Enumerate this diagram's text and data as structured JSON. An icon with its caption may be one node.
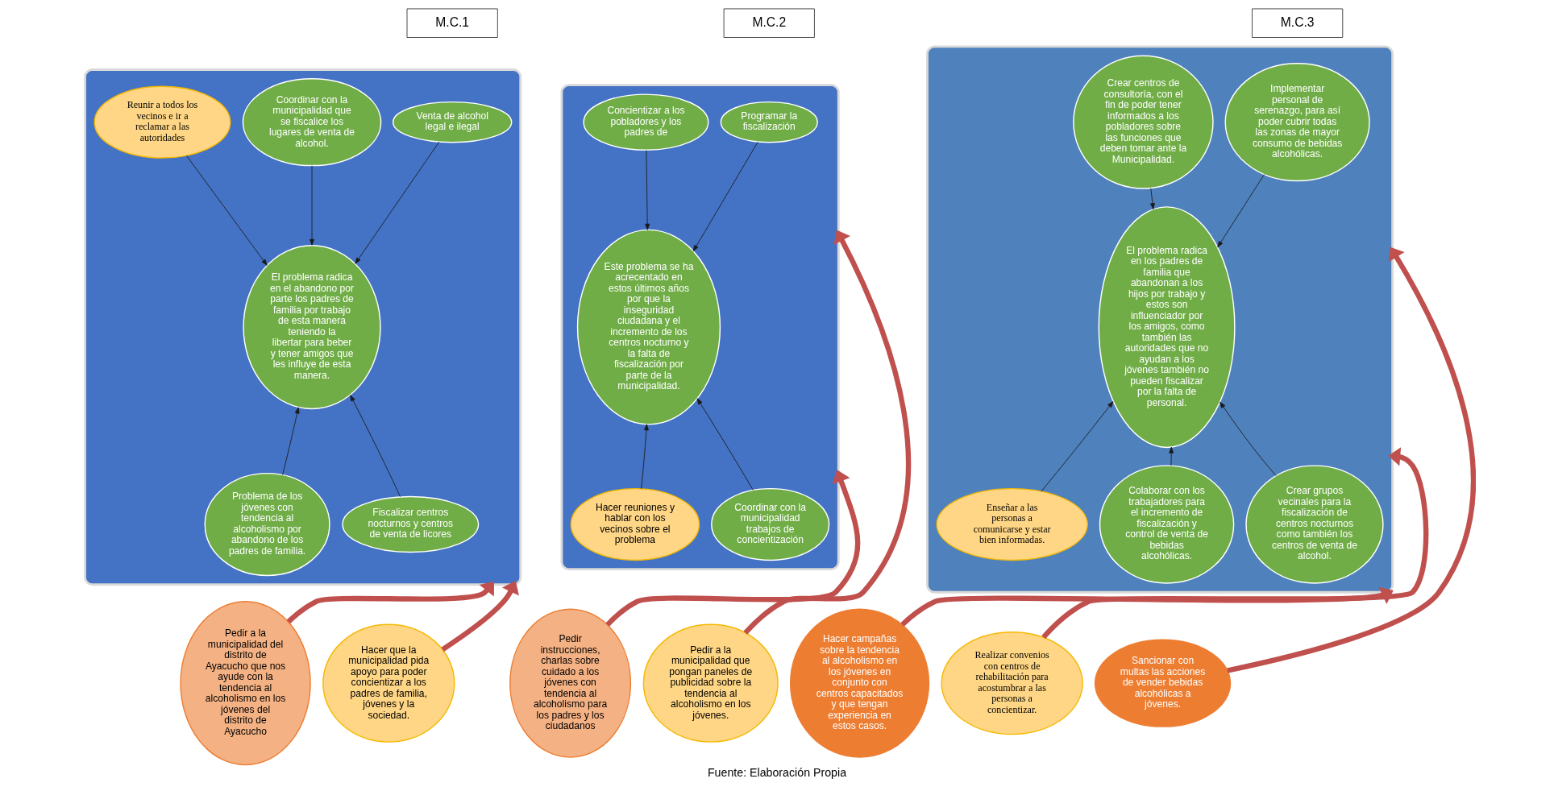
{
  "diagram": {
    "caption": "Fuente: Elaboración Propia",
    "nodes": [
      {
        "text": [
          "M.C.1"
        ]
      },
      {
        "text": [
          "M.C.2"
        ]
      },
      {
        "text": [
          "M.C.3"
        ]
      },
      {
        "text": [],
        "shape": "box"
      },
      {
        "text": [
          "Venta de alcohol legal e ilegal"
        ],
        "in": 3
      },
      {
        "text": [
          "Coordinar con la municipalidad que se fiscalice los lugares de venta de alcohol."
        ],
        "in": 3
      },
      {
        "text": [
          "Reunir a todos los vecinos e ir a reclamar a las autoridades"
        ],
        "in": 3
      },
      {
        "text": [
          "Problema de los jóvenes con tendencia al alcoholismo por abandono de los padres de familia."
        ],
        "in": 3
      },
      {
        "text": [
          "El problema radica en el abandono por parte los padres de familia por trabajo de esta manera teniendo la libertar para beber y tener amigos que les influye de esta manera."
        ],
        "in": 3
      },
      {
        "text": [
          "Fiscalizar centros nocturnos y centros de venta de licores"
        ],
        "in": 3
      },
      {
        "text": [
          "Pedir a la municipalidad del distrito de Ayacucho que nos ayude con la tendencia al alcoholismo en los jóvenes del distrito de Ayacucho"
        ]
      },
      {
        "text": [
          "Hacer que la municipalidad pida apoyo para poder concientizar a los padres de familia, jóvenes y la sociedad."
        ]
      },
      {
        "text": [],
        "shape": "box"
      },
      {
        "text": [
          "Programar la fiscalización"
        ],
        "in": 12
      },
      {
        "text": [
          "Concientizar a los pobladores y los padres de"
        ],
        "in": 12
      },
      {
        "text": [
          "Este problema se ha acrecentado en estos últimos años por que la inseguridad ciudadana y el incremento de los centros nocturno y la falta de fiscalización por parte de la municipalidad."
        ],
        "in": 12
      },
      {
        "text": [
          "Hacer reuniones y hablar con los vecinos sobre el problema"
        ],
        "in": 12
      },
      {
        "text": [
          "Coordinar con la municipalidad trabajos de concientización"
        ],
        "in": 12
      },
      {
        "text": [
          "Pedir instrucciones, charlas sobre cuidado a los jóvenes con tendencia al alcoholismo para los padres y los ciudadanos"
        ]
      },
      {
        "text": [
          "Pedir a la municipalidad que pongan paneles de publicidad sobre la tendencia al alcoholismo en los jóvenes."
        ]
      },
      {
        "text": [],
        "shape": "box"
      },
      {
        "text": [
          "Implementar personal de serenazgo, para así poder cubrir todas las zonas de mayor consumo de bebidas alcohólicas."
        ],
        "in": 20
      },
      {
        "text": [
          "Crear centros de consultoría, con el fin de poder tener informados a los pobladores sobre las funciones que deben tomar ante la Municipalidad."
        ],
        "in": 20
      },
      {
        "text": [
          "Enseñar a las personas a comunicarse y estar bien informadas."
        ],
        "in": 20
      },
      {
        "text": [
          "El problema radica en los padres de familia que abandonan a los hijos por trabajo y estos son influenciador por los amigos, como también las autoridades que no ayudan a los jóvenes también no pueden fiscalizar por la falta de personal."
        ],
        "in": 20
      },
      {
        "text": [
          "Colaborar con los trabajadores para el incremento de fiscalización y control de venta de bebidas alcohólicas."
        ],
        "in": 20
      },
      {
        "text": [
          "Crear grupos vecinales para la fiscalización de centros nocturnos como también los centros de venta de alcohol."
        ],
        "in": 20
      },
      {
        "text": [
          "Hacer campañas sobre la tendencia al alcoholismo en los jóvenes en conjunto con centros capacitados y que tengan experiencia en estos casos."
        ]
      },
      {
        "text": [
          "Realizar convenios con centros de rehabilitación para acostumbrar a las personas a concientizar."
        ]
      },
      {
        "text": [
          "Sancionar con multas las acciones de vender bebidas alcohólicas a jóvenes."
        ]
      }
    ],
    "edges": [
      {
        "from": 4,
        "to": 8,
        "arrow": "to"
      },
      {
        "from": 5,
        "to": 8,
        "arrow": "to"
      },
      {
        "from": 6,
        "to": 8,
        "arrow": "to"
      },
      {
        "from": 7,
        "to": 8,
        "arrow": "to"
      },
      {
        "from": 9,
        "to": 8,
        "arrow": "to"
      },
      {
        "from": 10,
        "to": 3,
        "arrow": "to",
        "style": "thick",
        "color": "#c0504d"
      },
      {
        "from": 11,
        "to": 3,
        "arrow": "to",
        "style": "thick",
        "color": "#c0504d"
      },
      {
        "from": 13,
        "to": 15,
        "arrow": "to"
      },
      {
        "from": 14,
        "to": 15,
        "arrow": "to"
      },
      {
        "from": 16,
        "to": 15,
        "arrow": "to"
      },
      {
        "from": 17,
        "to": 15,
        "arrow": "to"
      },
      {
        "from": 18,
        "to": 12,
        "arrow": "to",
        "style": "thick",
        "color": "#c0504d"
      },
      {
        "from": 19,
        "to": 12,
        "arrow": "to",
        "style": "thick",
        "color": "#c0504d"
      },
      {
        "from": 21,
        "to": 24,
        "arrow": "to"
      },
      {
        "from": 22,
        "to": 24,
        "arrow": "to"
      },
      {
        "from": 23,
        "to": 24,
        "arrow": "to"
      },
      {
        "from": 25,
        "to": 24,
        "arrow": "to"
      },
      {
        "from": 26,
        "to": 24,
        "arrow": "to"
      },
      {
        "from": 27,
        "to": 20,
        "arrow": "to",
        "style": "thick",
        "color": "#c0504d"
      },
      {
        "from": 28,
        "to": 20,
        "arrow": "to",
        "style": "thick",
        "color": "#c0504d"
      },
      {
        "from": 29,
        "to": 20,
        "arrow": "to",
        "style": "thick",
        "color": "#c0504d"
      }
    ]
  }
}
